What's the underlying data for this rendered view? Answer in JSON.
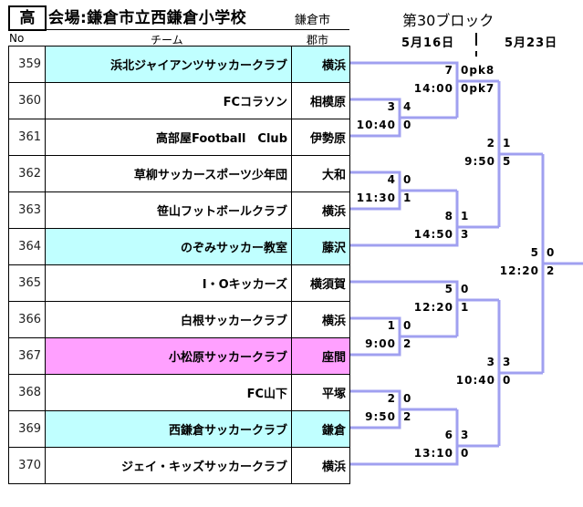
{
  "header": {
    "grade": "高",
    "venue": "会場:鎌倉市立西鎌倉小学校",
    "venue_city": "鎌倉市",
    "block_title": "第30ブロック",
    "dates": [
      "5月16日",
      "5月23日"
    ]
  },
  "columns": {
    "no": "No",
    "team": "チーム",
    "city": "郡市"
  },
  "teams": [
    {
      "no": "359",
      "name": "浜北ジャイアンツサッカークラブ",
      "city": "横浜",
      "highlight": "cyan"
    },
    {
      "no": "360",
      "name": "FCコラソン",
      "city": "相模原",
      "highlight": "none"
    },
    {
      "no": "361",
      "name": "高部屋Football　Club",
      "city": "伊勢原",
      "highlight": "none"
    },
    {
      "no": "362",
      "name": "草柳サッカースポーツ少年団",
      "city": "大和",
      "highlight": "none"
    },
    {
      "no": "363",
      "name": "笹山フットボールクラブ",
      "city": "横浜",
      "highlight": "none"
    },
    {
      "no": "364",
      "name": "のぞみサッカー教室",
      "city": "藤沢",
      "highlight": "cyan"
    },
    {
      "no": "365",
      "name": "I・Oキッカーズ",
      "city": "横須賀",
      "highlight": "none"
    },
    {
      "no": "366",
      "name": "白根サッカークラブ",
      "city": "横浜",
      "highlight": "none"
    },
    {
      "no": "367",
      "name": "小松原サッカークラブ",
      "city": "座間",
      "highlight": "pink"
    },
    {
      "no": "368",
      "name": "FC山下",
      "city": "平塚",
      "highlight": "none"
    },
    {
      "no": "369",
      "name": "西鎌倉サッカークラブ",
      "city": "鎌倉",
      "highlight": "cyan"
    },
    {
      "no": "370",
      "name": "ジェイ・キッズサッカークラブ",
      "city": "横浜",
      "highlight": "none"
    }
  ],
  "matches": [
    {
      "id": "m3",
      "match_no": "3",
      "time": "10:40",
      "score_top": "4",
      "score_bottom": "0"
    },
    {
      "id": "m7",
      "match_no": "7",
      "time": "14:00",
      "score_top": "0pk8",
      "score_bottom": "0pk7"
    },
    {
      "id": "m4",
      "match_no": "4",
      "time": "11:30",
      "score_top": "0",
      "score_bottom": "1"
    },
    {
      "id": "m8",
      "match_no": "8",
      "time": "14:50",
      "score_top": "1",
      "score_bottom": "3"
    },
    {
      "id": "m2a",
      "match_no": "2",
      "time": "9:50",
      "score_top": "1",
      "score_bottom": "5"
    },
    {
      "id": "m1",
      "match_no": "1",
      "time": "9:00",
      "score_top": "0",
      "score_bottom": "2"
    },
    {
      "id": "m5a",
      "match_no": "5",
      "time": "12:20",
      "score_top": "0",
      "score_bottom": "1"
    },
    {
      "id": "m2b",
      "match_no": "2",
      "time": "9:50",
      "score_top": "0",
      "score_bottom": "2"
    },
    {
      "id": "m6",
      "match_no": "6",
      "time": "13:10",
      "score_top": "3",
      "score_bottom": "0"
    },
    {
      "id": "m3b",
      "match_no": "3",
      "time": "10:40",
      "score_top": "3",
      "score_bottom": "0"
    },
    {
      "id": "final",
      "match_no": "5",
      "time": "12:20",
      "score_top": "0",
      "score_bottom": "2"
    }
  ],
  "colors": {
    "bracket_line": "#a0a0f0",
    "highlight_cyan": "#c0ffff",
    "highlight_pink": "#ffa0ff"
  }
}
